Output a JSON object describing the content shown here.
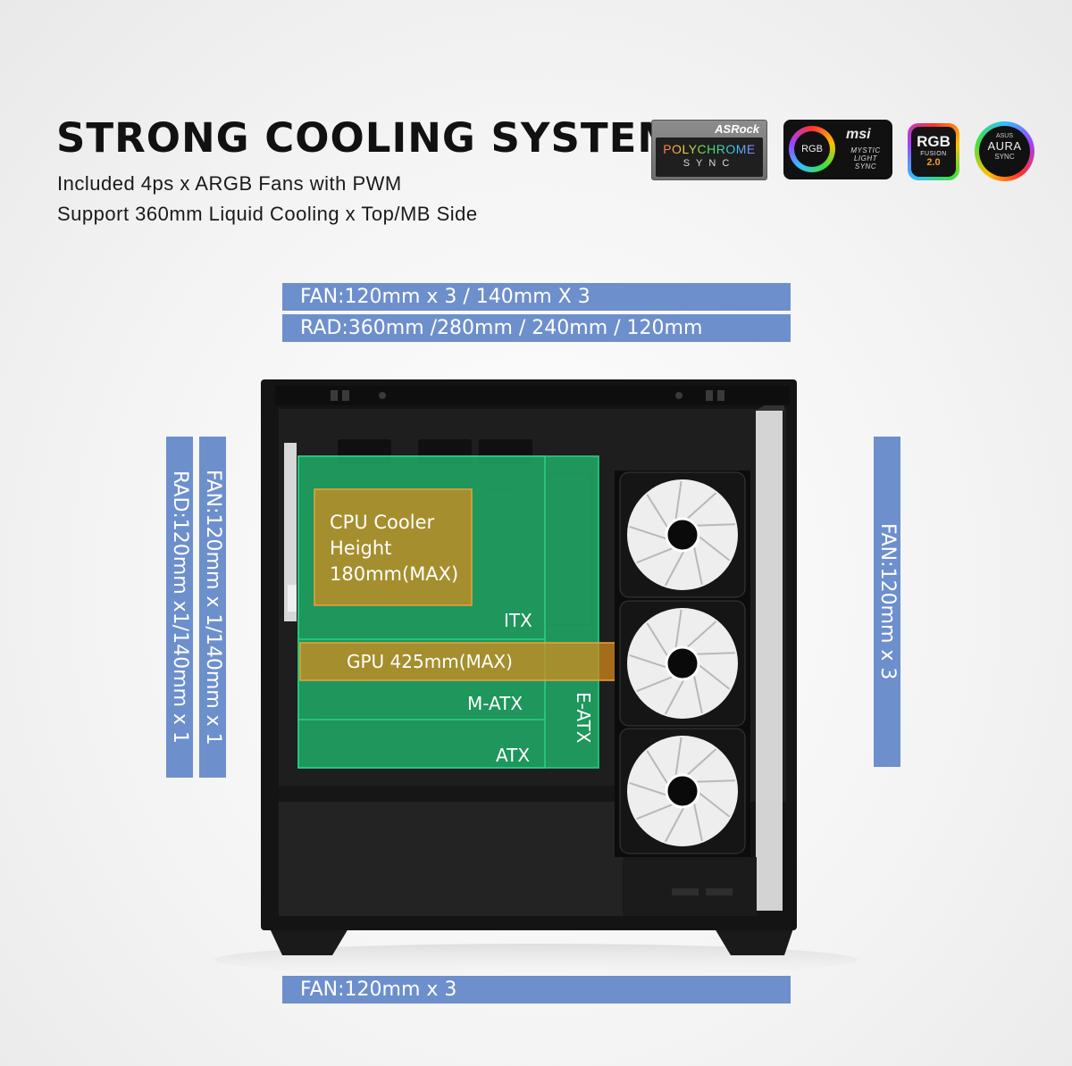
{
  "header": {
    "title": "STRONG COOLING SYSTEM",
    "subtitle_line1": "Included 4ps x ARGB Fans with PWM",
    "subtitle_line2": "Support 360mm Liquid Cooling x Top/MB Side"
  },
  "logos": {
    "asrock": {
      "brand": "ASRock",
      "line1": "POLYCHROME",
      "line2": "SYNC"
    },
    "msi": {
      "badge": "RGB",
      "brand": "msi",
      "line1": "MYSTIC",
      "line2": "LIGHT",
      "line3": "SYNC"
    },
    "gigabyte": {
      "line1": "RGB",
      "line2": "FUSION",
      "line3": "2.0"
    },
    "asus": {
      "brand": "ASUS",
      "line1": "AURA",
      "line2": "SYNC"
    }
  },
  "spec_bars": {
    "top_fan": "FAN:120mm x 3 / 140mm X 3",
    "top_rad": "RAD:360mm /280mm / 240mm / 120mm",
    "side_rad": "RAD:120mm x1/140mm x 1",
    "side_fan": "FAN:120mm x 1/140mm x 1",
    "front_fan": "FAN:120mm x 3",
    "bottom_fan": "FAN:120mm x 3"
  },
  "case_labels": {
    "cpu_line1": "CPU Cooler",
    "cpu_line2": "Height",
    "cpu_line3": "180mm(MAX)",
    "itx": "ITX",
    "gpu": "GPU 425mm(MAX)",
    "matx": "M-ATX",
    "atx": "ATX",
    "eatx": "E-ATX"
  },
  "colors": {
    "bar_blue": "#6d8fcc",
    "board_green": "#1fb86e",
    "overlay_orange": "#d98a1c",
    "case_black": "#141414"
  }
}
